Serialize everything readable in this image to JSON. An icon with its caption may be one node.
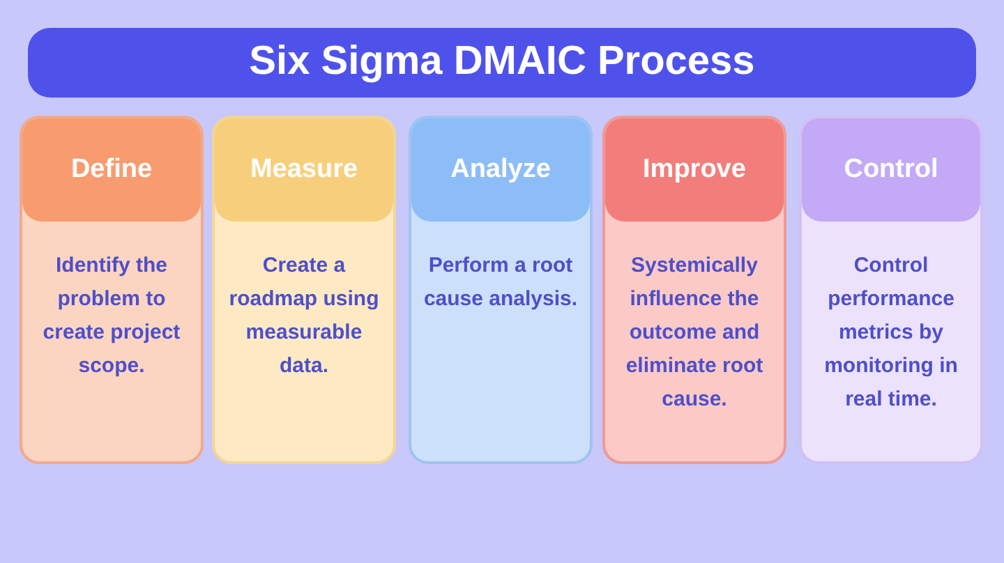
{
  "diagram": {
    "title": "Six Sigma DMAIC Process",
    "nodes": [
      {
        "text": [
          "Define",
          "Identify the problem to create project scope."
        ]
      },
      {
        "text": [
          "Measure",
          "Create a roadmap using measurable data."
        ]
      },
      {
        "text": [
          "Analyze",
          "Perform a root cause analysis."
        ]
      },
      {
        "text": [
          "Improve",
          "Systemically influence the outcome and eliminate root cause."
        ]
      },
      {
        "text": [
          "Control",
          "Control performance metrics by monitoring in real time."
        ]
      }
    ]
  }
}
